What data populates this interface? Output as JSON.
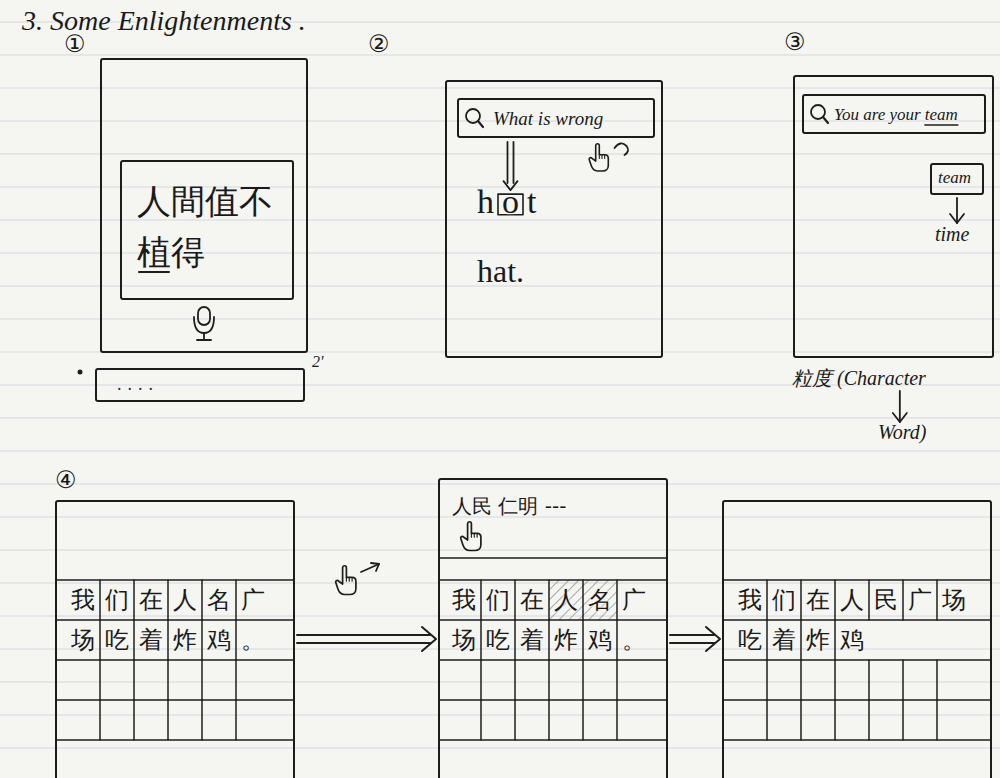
{
  "diagram": {
    "title": "3. Some Enlightenments .",
    "nodes": [
      {
        "text": []
      },
      {
        "text": [
          "人間值不植得"
        ],
        "in": 0
      },
      {
        "text": [
          "...."
        ]
      },
      {
        "text": [
          "hot",
          "hat."
        ]
      },
      {
        "text": [
          "What is wrong"
        ],
        "in": 3
      },
      {
        "text": [
          "time"
        ]
      },
      {
        "text": [
          "You are your team"
        ],
        "in": 5
      },
      {
        "text": [
          "team"
        ],
        "in": 5
      },
      {
        "text": [
          "我们在人名广场吃着炸鸡。"
        ]
      },
      {
        "text": [
          "人民 仁明 ---",
          "我们在人名广场吃着炸鸡。"
        ]
      },
      {
        "text": [
          "我们在人民广场吃着炸鸡"
        ]
      }
    ],
    "edges": [
      {
        "from": 8,
        "to": 9,
        "arrow": "to"
      },
      {
        "from": 9,
        "to": 10,
        "arrow": "to"
      }
    ],
    "labels": [
      "①",
      "②",
      "③",
      "④",
      "2'",
      "粒度 (Character",
      "Word)"
    ]
  }
}
